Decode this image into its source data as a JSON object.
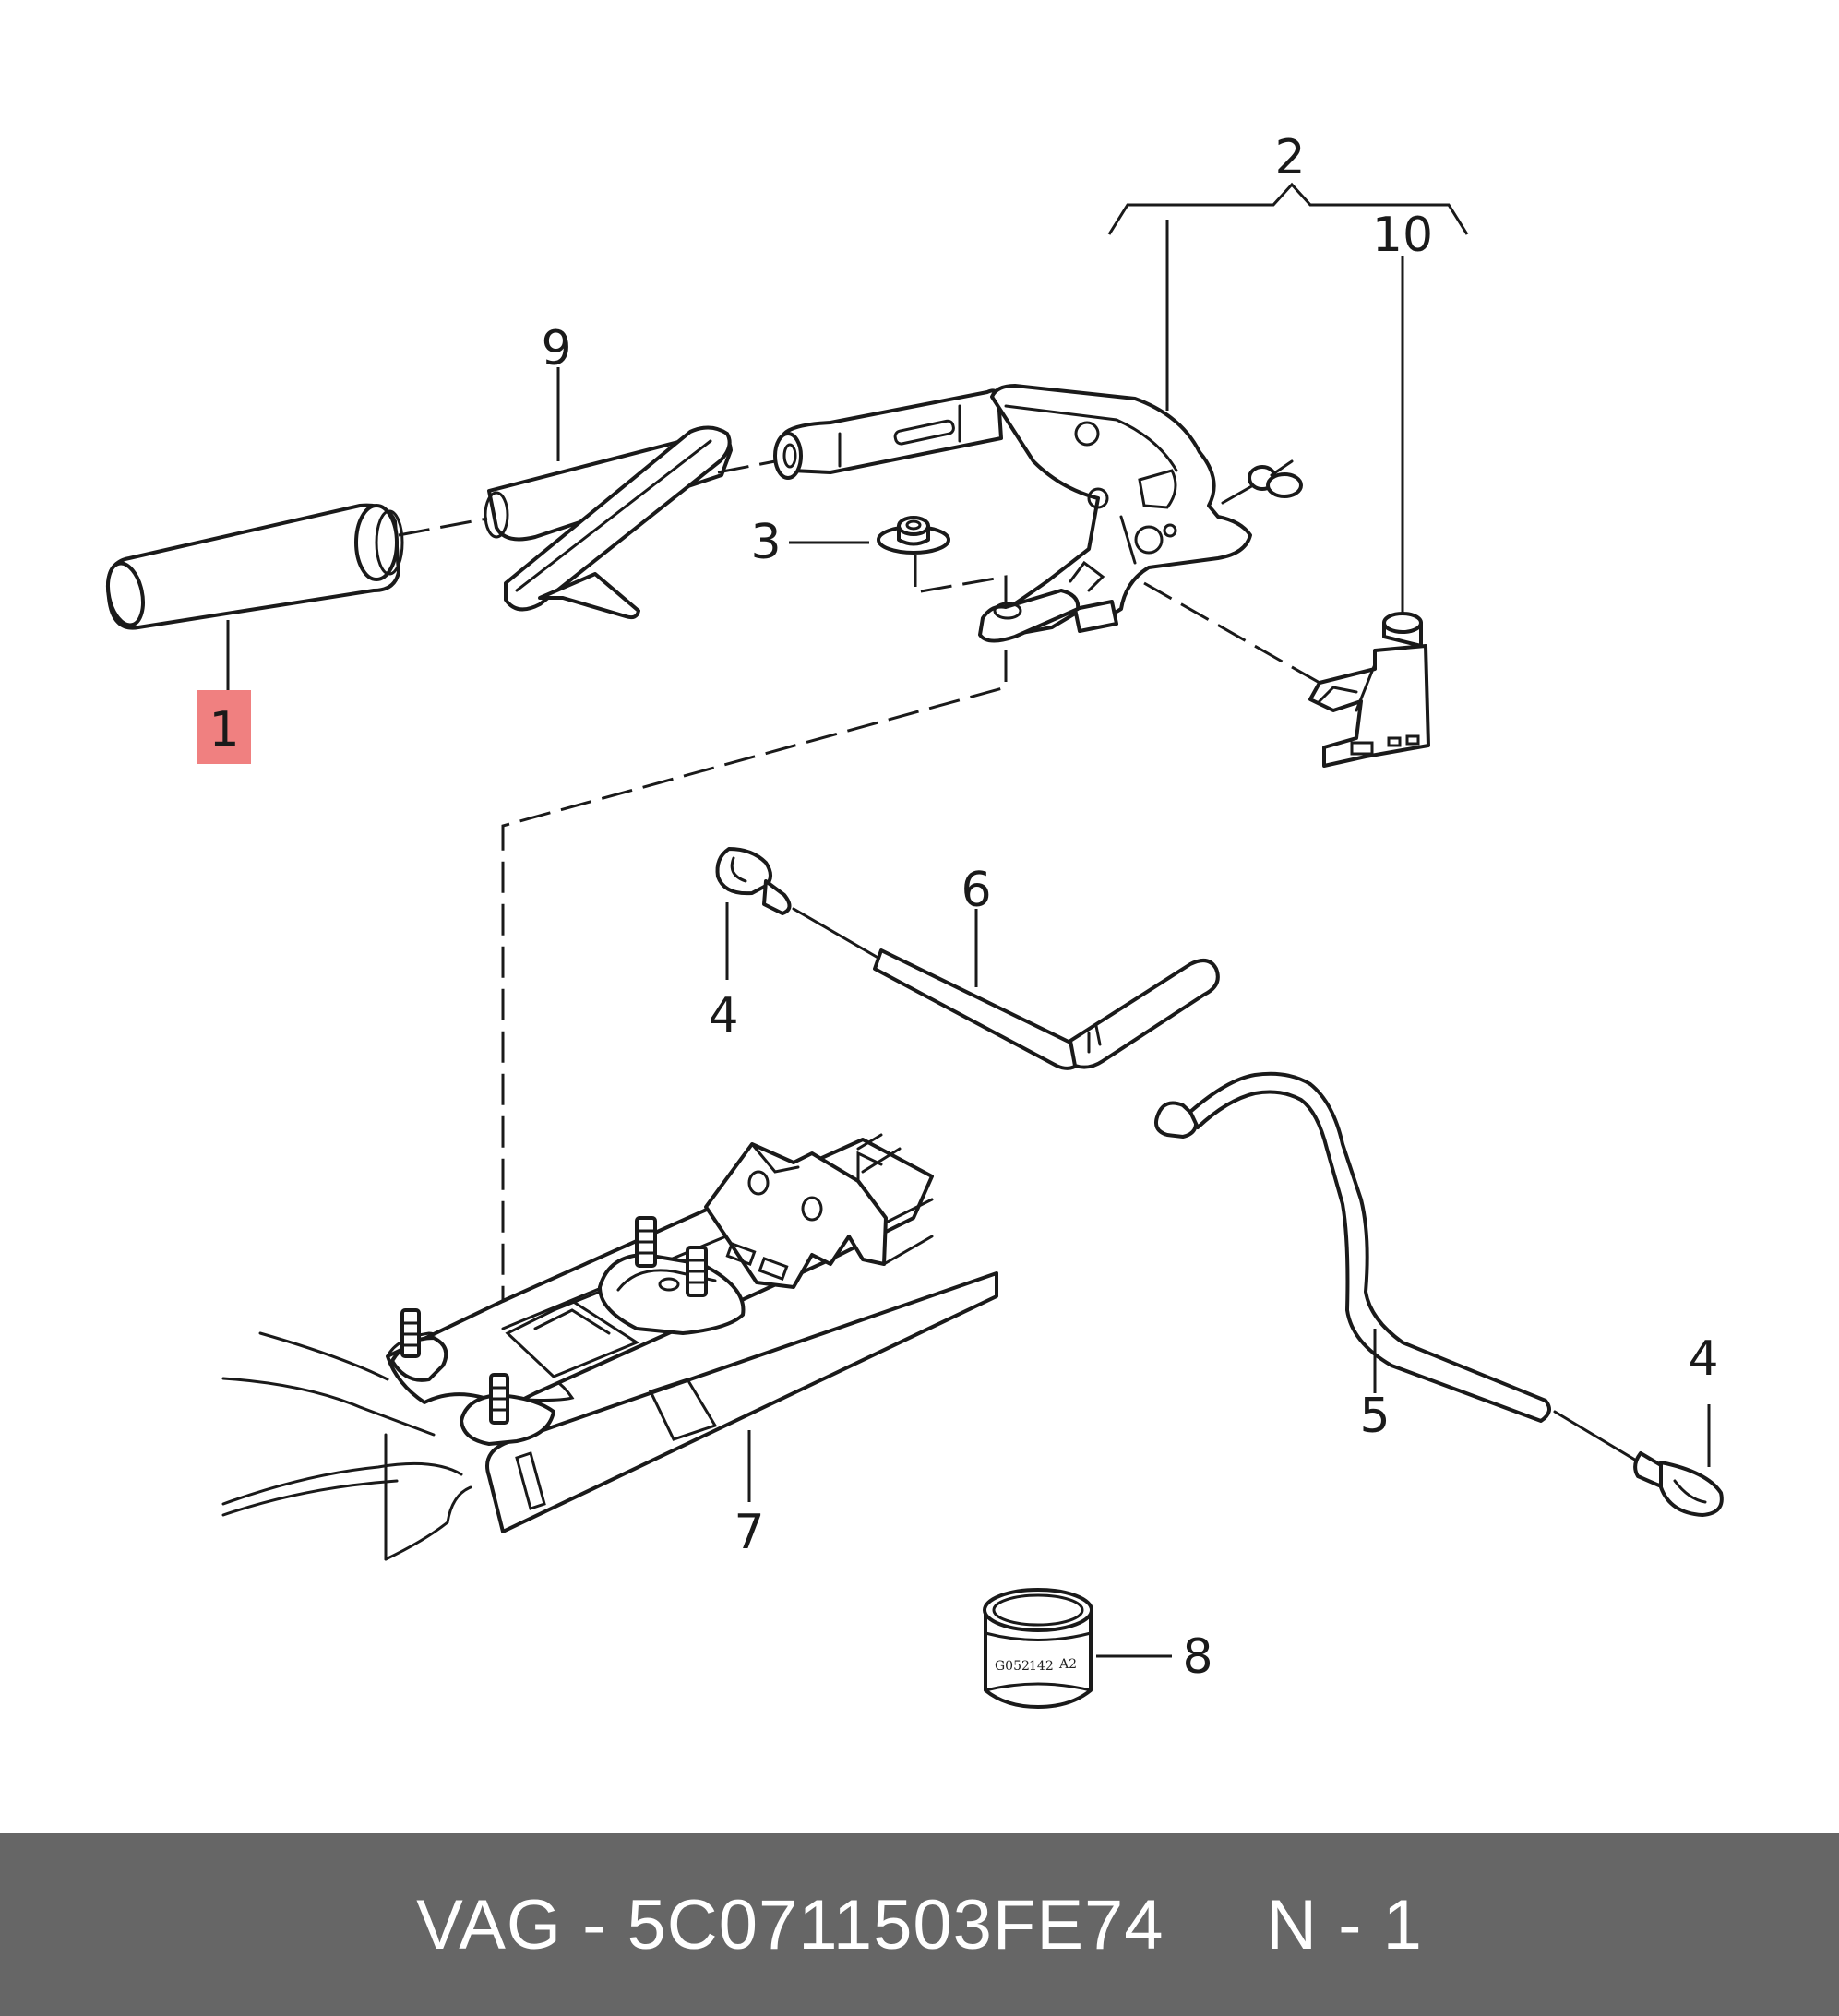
{
  "callouts": {
    "c1": "1",
    "c2": "2",
    "c3": "3",
    "c4a": "4",
    "c4b": "4",
    "c5": "5",
    "c6": "6",
    "c7": "7",
    "c8": "8",
    "c9": "9",
    "c10": "10"
  },
  "stamp": {
    "code1": "G052",
    "code2": "142",
    "code3": "A2"
  },
  "footer": {
    "text": "VAG - 5C0711503FE74     N - 1"
  },
  "colors": {
    "highlight": "#f08080",
    "footer_bg": "#666666",
    "footer_text": "#ffffff",
    "line": "#1a1a1a"
  },
  "highlighted_callout": "1"
}
